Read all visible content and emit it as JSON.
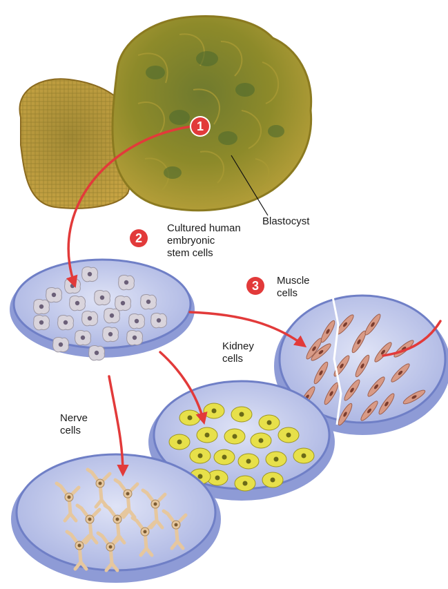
{
  "labels": {
    "blastocyst": "Blastocyst",
    "cultured": "Cultured human\nembryonic\nstem cells",
    "muscle": "Muscle\ncells",
    "kidney": "Kidney\ncells",
    "nerve": "Nerve\ncells"
  },
  "steps": [
    "1",
    "2",
    "3"
  ],
  "colors": {
    "arrow": "#e23a3a",
    "dish_rim": "#7f8fcf",
    "dish_fill": "#c9d0ef",
    "stem_cell": "#d9d4dc",
    "kidney_cell": "#e7e04a",
    "muscle_cell": "#d89a86",
    "nerve_cell": "#e6c79e",
    "blastocyst": "#8a8a2a"
  }
}
